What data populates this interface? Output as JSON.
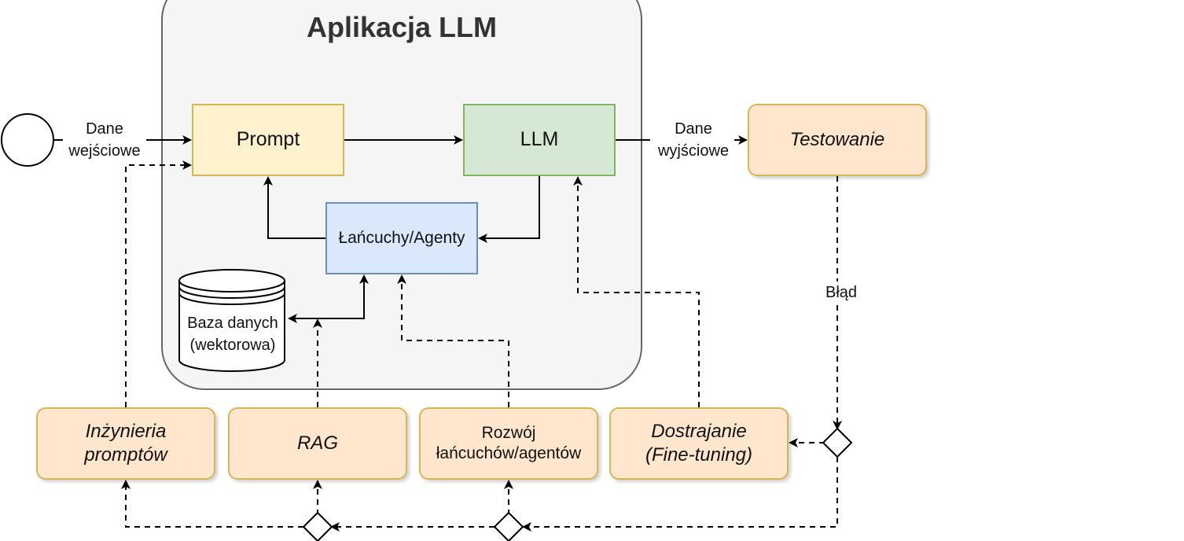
{
  "diagram": {
    "app_title": "Aplikacja LLM",
    "nodes": {
      "prompt": "Prompt",
      "llm": "LLM",
      "chains": "Łańcuchy/Agenty",
      "database_line1": "Baza danych",
      "database_line2": "(wektorowa)",
      "testing": "Testowanie",
      "prompt_engineering_line1": "Inżynieria",
      "prompt_engineering_line2": "promptów",
      "rag": "RAG",
      "chain_dev_line1": "Rozwój",
      "chain_dev_line2": "łańcuchów/agentów",
      "finetuning_line1": "Dostrajanie",
      "finetuning_line2": "(Fine-tuning)"
    },
    "edge_labels": {
      "input_line1": "Dane",
      "input_line2": "wejściowe",
      "output_line1": "Dane",
      "output_line2": "wyjściowe",
      "error": "Błąd"
    },
    "colors": {
      "prompt_fill": "#fff2cc",
      "llm_fill": "#d5e8d4",
      "chains_fill": "#dae8fc",
      "process_fill": "#ffe6cc",
      "container_fill": "#f5f5f5"
    }
  }
}
